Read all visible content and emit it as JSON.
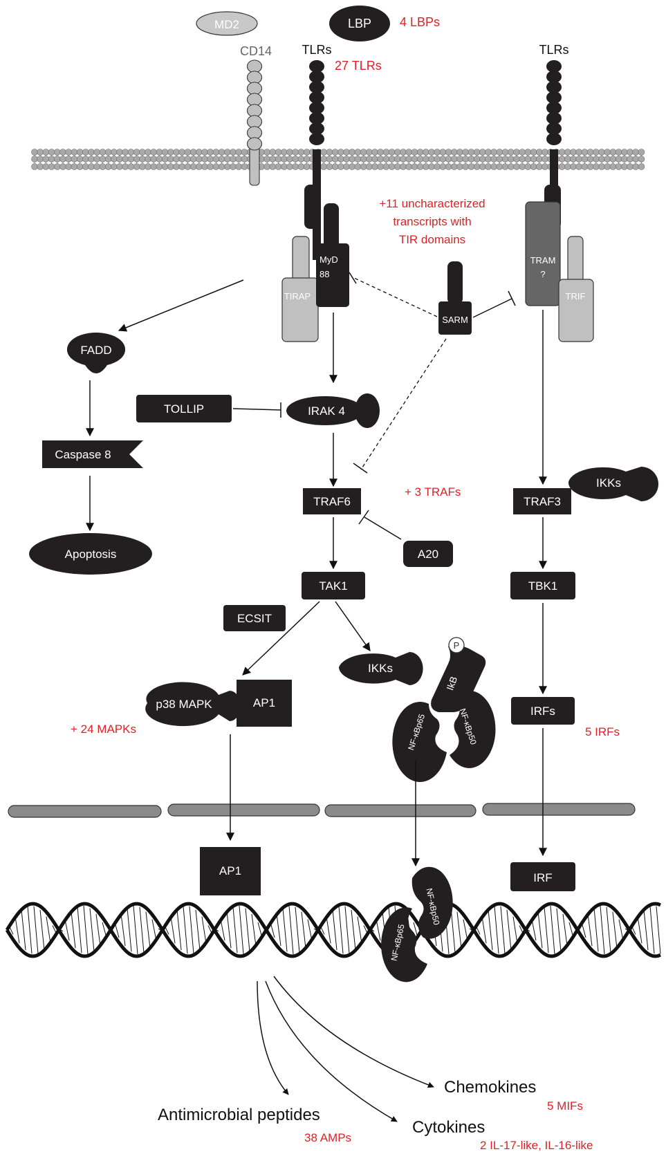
{
  "labels": {
    "md2": "MD2",
    "lbp": "LBP",
    "lbp_count": "4 LBPs",
    "cd14": "CD14",
    "tlrs_left": "TLRs",
    "tlr_count": "27 TLRs",
    "tlrs_right": "TLRs",
    "tir_line1": "+11 uncharacterized",
    "tir_line2": "transcripts with",
    "tir_line3": "TIR domains",
    "myd_1": "MyD",
    "myd_2": "88",
    "tirap": "TIRAP",
    "sarm": "SARM",
    "tram_1": "TRAM",
    "tram_2": "?",
    "trif": "TRIF",
    "fadd": "FADD",
    "tollip": "TOLLIP",
    "irak4": "IRAK 4",
    "caspase8": "Caspase 8",
    "traf6": "TRAF6",
    "traf_count": "+ 3 TRAFs",
    "traf3": "TRAF3",
    "ikks_right": "IKKs",
    "apoptosis": "Apoptosis",
    "a20": "A20",
    "tak1": "TAK1",
    "tbk1": "TBK1",
    "ecsit": "ECSIT",
    "ikks_mid": "IKKs",
    "phospho": "P",
    "ikb": "IkB",
    "nfkbp65": "NF-κBp65",
    "nfkbp50": "NF-κBp50",
    "p38": "p38 MAPK",
    "ap1_cyto": "AP1",
    "mapk_count": "+ 24 MAPKs",
    "irfs": "IRFs",
    "irf_count": "5 IRFs",
    "ap1_nuc": "AP1",
    "irf_nuc": "IRF",
    "nfkbp65_dna": "NF-κBp65",
    "nfkbp50_dna": "NF-κBp50",
    "chemokines": "Chemokines",
    "mif_count": "5 MIFs",
    "amp": "Antimicrobial peptides",
    "amp_count": "38 AMPs",
    "cytokines": "Cytokines",
    "cytokine_count": "2 IL-17-like, IL-16-like"
  }
}
